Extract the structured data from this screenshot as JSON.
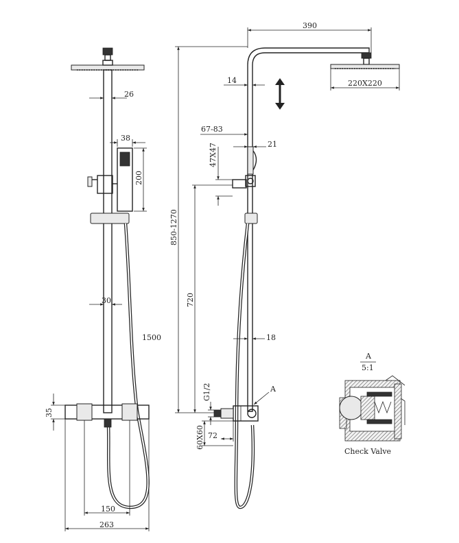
{
  "front_view": {
    "dims": {
      "pipe_diameter": "26",
      "hand_shower_width": "38",
      "hand_shower_length": "200",
      "riser_diameter": "30",
      "hose_length": "1500",
      "valve_height": "35",
      "inlet_spacing": "150",
      "valve_width": "263"
    }
  },
  "side_view": {
    "dims": {
      "arm_length": "390",
      "head_size": "220X220",
      "arm_offset": "14",
      "holder_range": "67-83",
      "holder_size": "47X47",
      "holder_pipe": "21",
      "total_height": "850-1270",
      "inlet_height": "720",
      "riser_diameter": "18",
      "inlet_thread": "G1/2",
      "escutcheon_size": "60X60",
      "inlet_depth": "72"
    },
    "section_marker": "A"
  },
  "detail": {
    "title": "A",
    "scale": "5:1",
    "caption": "Check Valve"
  }
}
